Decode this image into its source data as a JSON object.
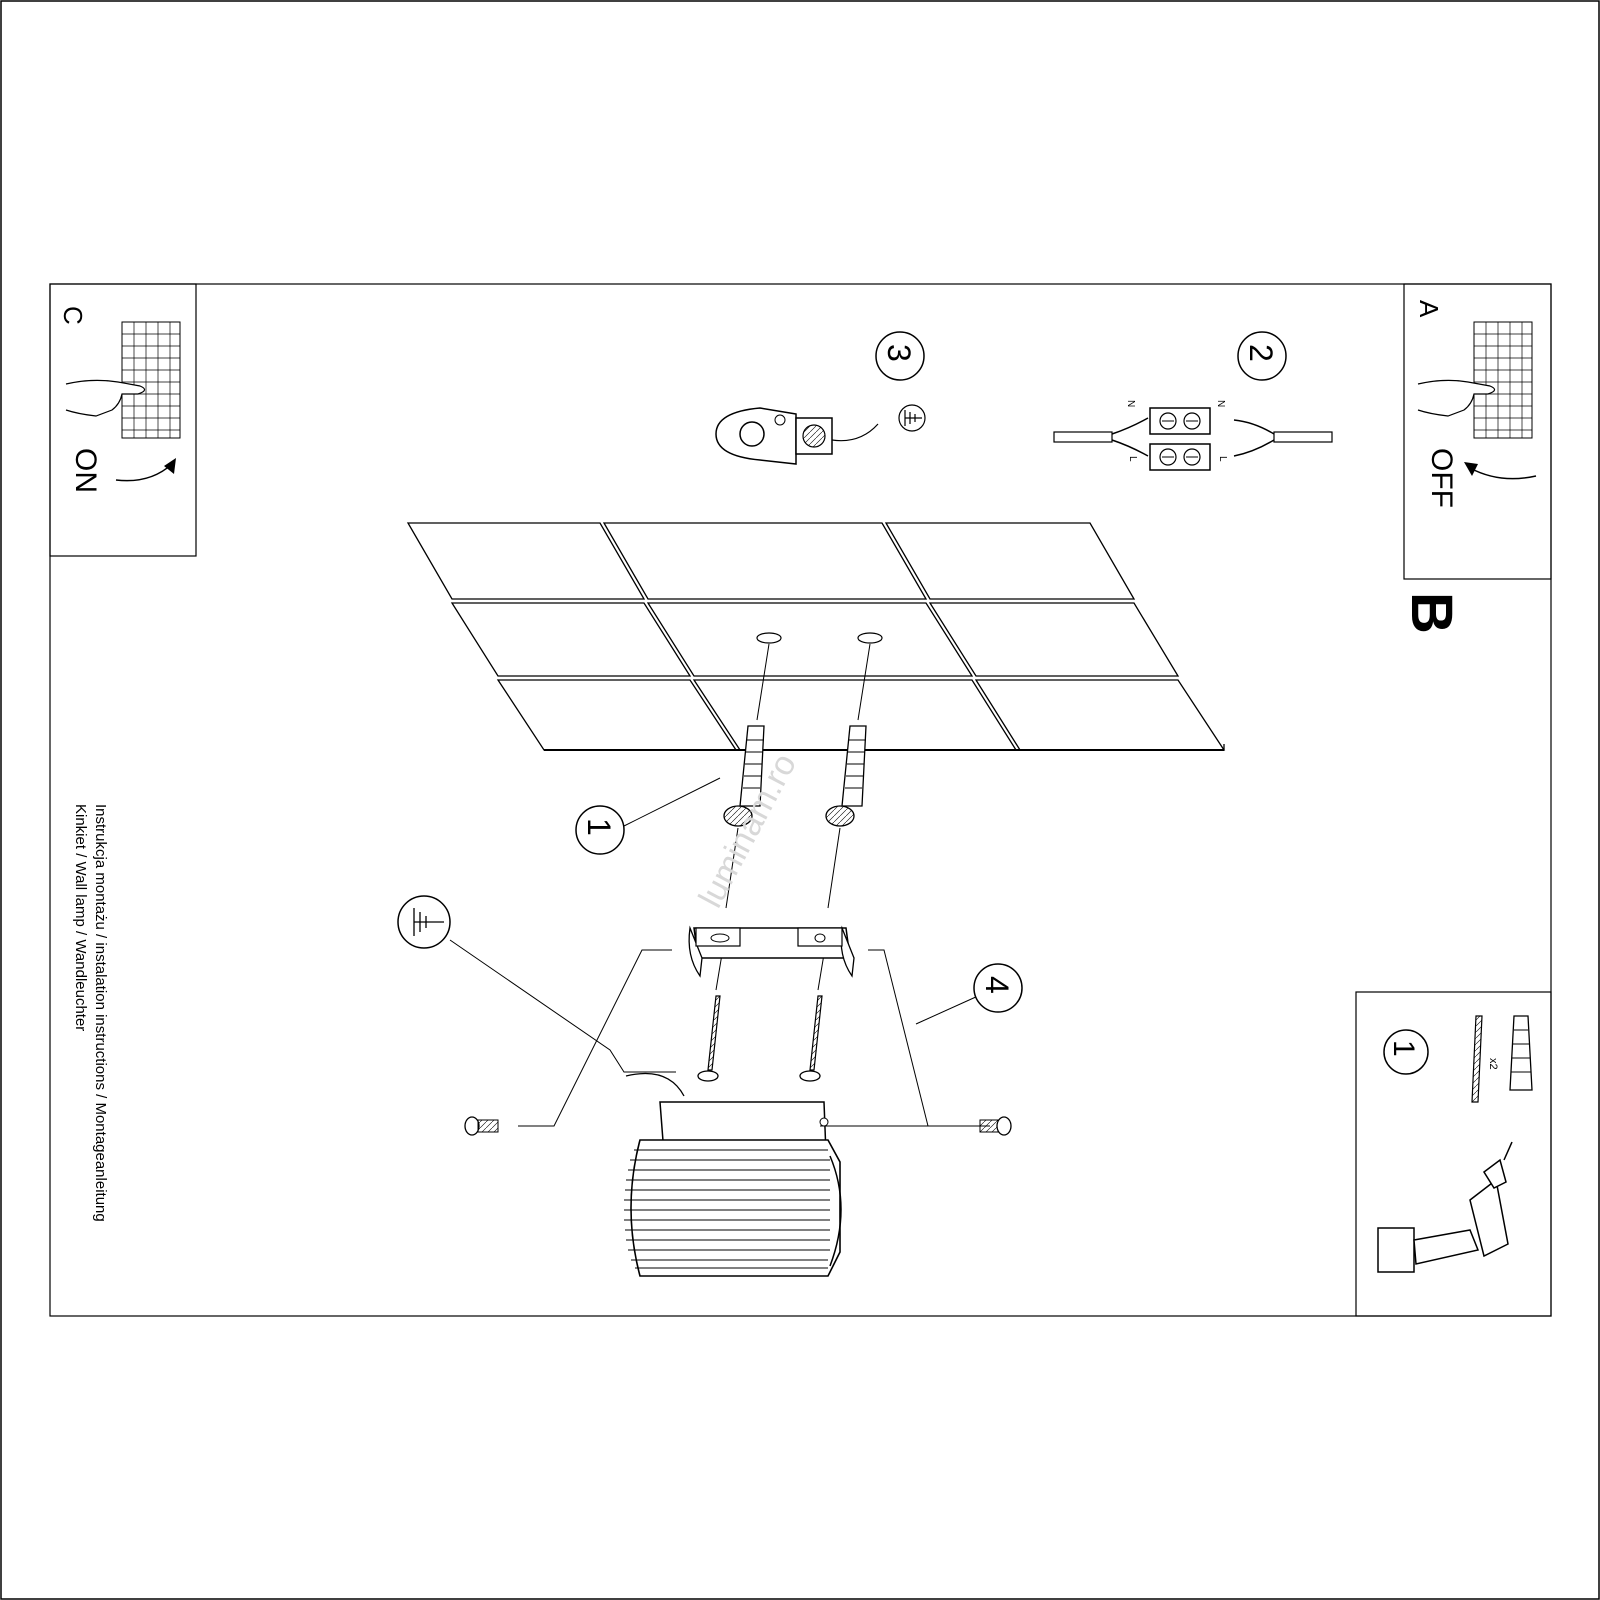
{
  "labels": {
    "panel_a": "A",
    "panel_b": "B",
    "panel_c": "C",
    "off": "OFF",
    "on": "ON",
    "step_1": "1",
    "step_2": "2",
    "step_3": "3",
    "step_4": "4",
    "kit_step": "1",
    "qty": "x2",
    "wire_n": "N",
    "wire_l": "L"
  },
  "title": {
    "line1": "Instrukcja montażu / instalation instructions / Montageanleitung",
    "line2": "Kinkiet / Wall lamp / Wandleuchter"
  },
  "watermark": "luminam.ro",
  "icons": {
    "ground": "ground-symbol-icon",
    "drill": "drill-icon",
    "hand": "hand-icon",
    "breaker": "circuit-breaker-icon"
  }
}
